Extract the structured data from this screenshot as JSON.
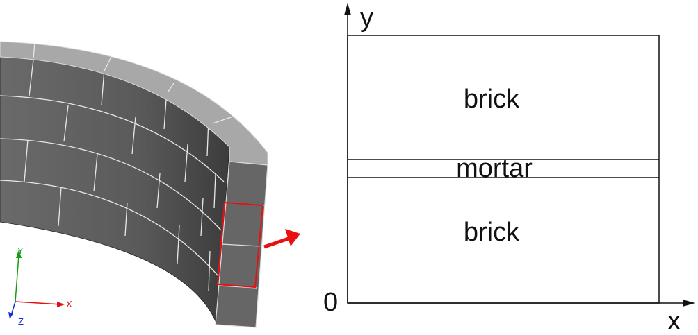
{
  "model_view": {
    "triad": {
      "x_label": "X",
      "y_label": "Y",
      "z_label": "Z"
    },
    "colors": {
      "highlight": "#e81010",
      "x_axis": "#e01010",
      "y_axis": "#10a010",
      "z_axis": "#1030e0",
      "cap": "#a8a8a8",
      "wall": "#555555"
    }
  },
  "section_diagram": {
    "y_axis_label": "y",
    "x_axis_label": "x",
    "origin_label": "0",
    "regions": [
      {
        "label": "brick"
      },
      {
        "label": "mortar"
      },
      {
        "label": "brick"
      }
    ]
  }
}
